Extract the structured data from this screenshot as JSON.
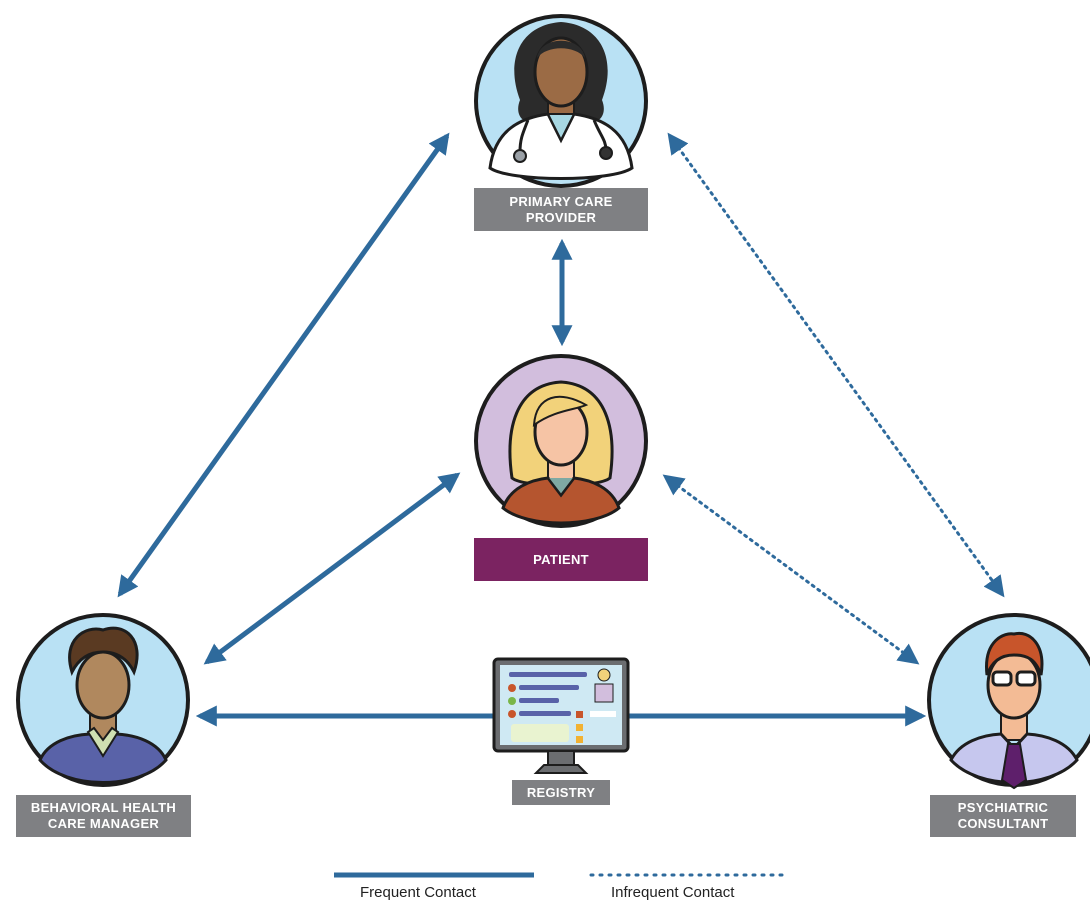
{
  "colors": {
    "arrow": "#2e6a9c",
    "label_gray": "#7f8083",
    "label_patient": "#7b2361",
    "circle_blue": "#b9e1f4",
    "circle_purple": "#d2bedd",
    "outline": "#1d1d1d"
  },
  "roles": {
    "pcp": {
      "line1": "PRIMARY CARE",
      "line2": "PROVIDER",
      "icon": "doctor-icon"
    },
    "patient": {
      "line1": "PATIENT",
      "icon": "patient-icon"
    },
    "bhcm": {
      "line1": "BEHAVIORAL HEALTH",
      "line2": "CARE MANAGER",
      "icon": "care-manager-icon"
    },
    "psych": {
      "line1": "PSYCHIATRIC",
      "line2": "CONSULTANT",
      "icon": "consultant-icon"
    },
    "registry": {
      "line1": "REGISTRY",
      "icon": "monitor-icon"
    }
  },
  "legend": {
    "frequent": "Frequent Contact",
    "infrequent": "Infrequent Contact"
  }
}
